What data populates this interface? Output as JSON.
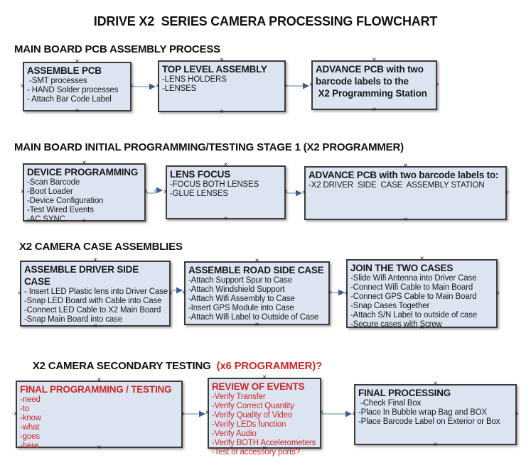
{
  "page_title": "IDRIVE X2  SERIES CAMERA PROCESSING FLOWCHART",
  "icons": {
    "connection_handle": "×"
  },
  "colors": {
    "box_fill": "#dce4f1",
    "box_border": "#3c3c3c",
    "red_text": "#cc2a2a",
    "black_text": "#1a1a1a",
    "arrow_line": "#95aac6",
    "arrow_head": "#3f5f91"
  },
  "sections": [
    {
      "header": "MAIN BOARD PCB ASSEMBLY PROCESS",
      "boxes": [
        {
          "title": "ASSEMBLE PCB",
          "items": [
            " -SMT processes",
            "- HAND Solder processes",
            "- Attach Bar Code Label"
          ],
          "text_color": "black"
        },
        {
          "title": "TOP LEVEL ASSEMBLY",
          "items": [
            "-LENS HOLDERS",
            "-LENSES"
          ],
          "text_color": "black"
        },
        {
          "title": "ADVANCE PCB with two\nbarcode labels to the\n X2 Programming Station",
          "items": [],
          "text_color": "black"
        }
      ]
    },
    {
      "header": "MAIN BOARD INITIAL PROGRAMMING/TESTING STAGE 1 (X2 PROGRAMMER)",
      "boxes": [
        {
          "title": "DEVICE PROGRAMMING",
          "items": [
            "-Scan Barcode",
            "-Boot Loader",
            "-Device Configuration",
            "-Test Wired Events",
            "-AC SYNC"
          ],
          "text_color": "black"
        },
        {
          "title": "LENS FOCUS",
          "items": [
            "-FOCUS BOTH LENSES",
            "-GLUE LENSES"
          ],
          "text_color": "black"
        },
        {
          "title": "ADVANCE PCB with two barcode labels to:",
          "items": [
            "-X2 DRIVER  SIDE  CASE  ASSEMBLY STATION"
          ],
          "text_color": "black"
        }
      ]
    },
    {
      "header": "X2 CAMERA CASE ASSEMBLIES",
      "boxes": [
        {
          "title": "ASSEMBLE DRIVER SIDE CASE",
          "items": [
            "- Insert LED Plastic lens into Driver Case",
            "-Snap LED Board with Cable into Case",
            "-Connect LED Cable to X2 Main Board",
            "-Snap Main Board into case"
          ],
          "text_color": "black"
        },
        {
          "title": "ASSEMBLE ROAD SIDE CASE",
          "items": [
            "-Attach Support Spur to Case",
            "-Attach Windshield Support",
            "-Attach Wifi Assembly to Case",
            "-Insert GPS Module into Case",
            "-Attach Wifi Label to Outside of Case"
          ],
          "text_color": "black"
        },
        {
          "title": "JOIN THE TWO CASES",
          "items": [
            "-Slide Wifi Antenna into Driver Case",
            "-Connect Wifi Cable to Main Board",
            "-Connect GPS Cable to Main Board",
            "-Snap Cases Together",
            "-Attach S/N Label to outside of case",
            "-Secure cases with Screw"
          ],
          "text_color": "black"
        }
      ]
    },
    {
      "header": "X2 CAMERA SECONDARY TESTING ",
      "header_suffix": " (x6 PROGRAMMER)?",
      "boxes": [
        {
          "title": "FINAL PROGRAMMING / TESTING",
          "items": [
            "-need",
            "-to",
            "-know",
            "-what",
            "-goes",
            "-here"
          ],
          "text_color": "red"
        },
        {
          "title": "REVIEW OF EVENTS",
          "items": [
            "-Verify Transfer",
            "-Verify Correct Quantity",
            "-Verify Quality of Video",
            "-Verify LEDs function",
            "-Verify Audio",
            "-Verify BOTH Accelerometers",
            "-Test of accessory ports?"
          ],
          "text_color": "red"
        },
        {
          "title": "FINAL PROCESSING",
          "items": [
            " -Check Final Box",
            "-Place In Bubble wrap Bag and BOX",
            "-Place Barcode Label on Exterior or Box"
          ],
          "text_color": "black"
        }
      ]
    }
  ]
}
